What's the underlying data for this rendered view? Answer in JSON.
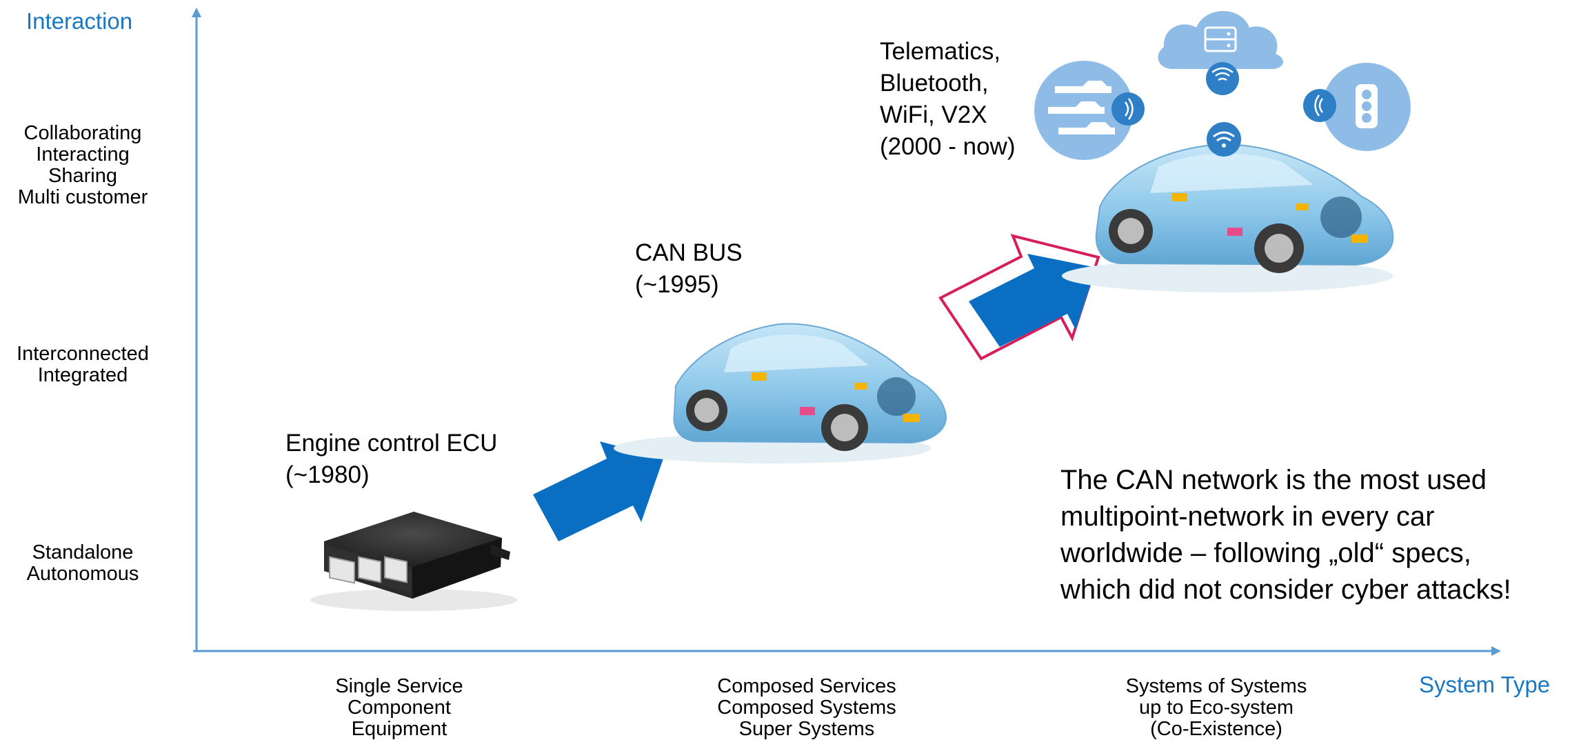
{
  "axes": {
    "y_title": "Interaction",
    "x_title": "System Type",
    "colors": {
      "axis": "#5b9bd5",
      "title": "#1a78c2"
    }
  },
  "y_levels": [
    {
      "lines": [
        "Collaborating",
        "Interacting",
        "Sharing",
        "Multi customer"
      ]
    },
    {
      "lines": [
        "Interconnected",
        "Integrated"
      ]
    },
    {
      "lines": [
        "Standalone",
        "Autonomous"
      ]
    }
  ],
  "x_levels": [
    {
      "lines": [
        "Single Service",
        "Component",
        "Equipment"
      ]
    },
    {
      "lines": [
        "Composed Services",
        "Composed Systems",
        "Super Systems"
      ]
    },
    {
      "lines": [
        "Systems of Systems",
        "up to Eco-system",
        "(Co-Existence)"
      ]
    }
  ],
  "milestones": [
    {
      "lines": [
        "Engine control ECU",
        "(~1980)"
      ]
    },
    {
      "lines": [
        "CAN BUS",
        "(~1995)"
      ]
    },
    {
      "lines": [
        "Telematics,",
        "Bluetooth,",
        "WiFi, V2X",
        "(2000 - now)"
      ]
    }
  ],
  "statement": {
    "lines": [
      "The CAN network is the most used",
      "multipoint-network in every car",
      "worldwide – following „old“ specs,",
      "which did not consider cyber attacks!"
    ]
  },
  "icons": [
    "ecu-module-icon",
    "connected-car-icon",
    "cloud-server-icon",
    "vehicle-fleet-icon",
    "traffic-light-icon",
    "wifi-icon",
    "broadcast-signal-icon"
  ],
  "colors": {
    "arrow_blue": "#0a6fc2",
    "highlight_outline": "#d61f5a",
    "bubble_blue": "#6ea8d8",
    "badge_blue": "#2f7fc6",
    "car_body": "#8ec8ea"
  }
}
